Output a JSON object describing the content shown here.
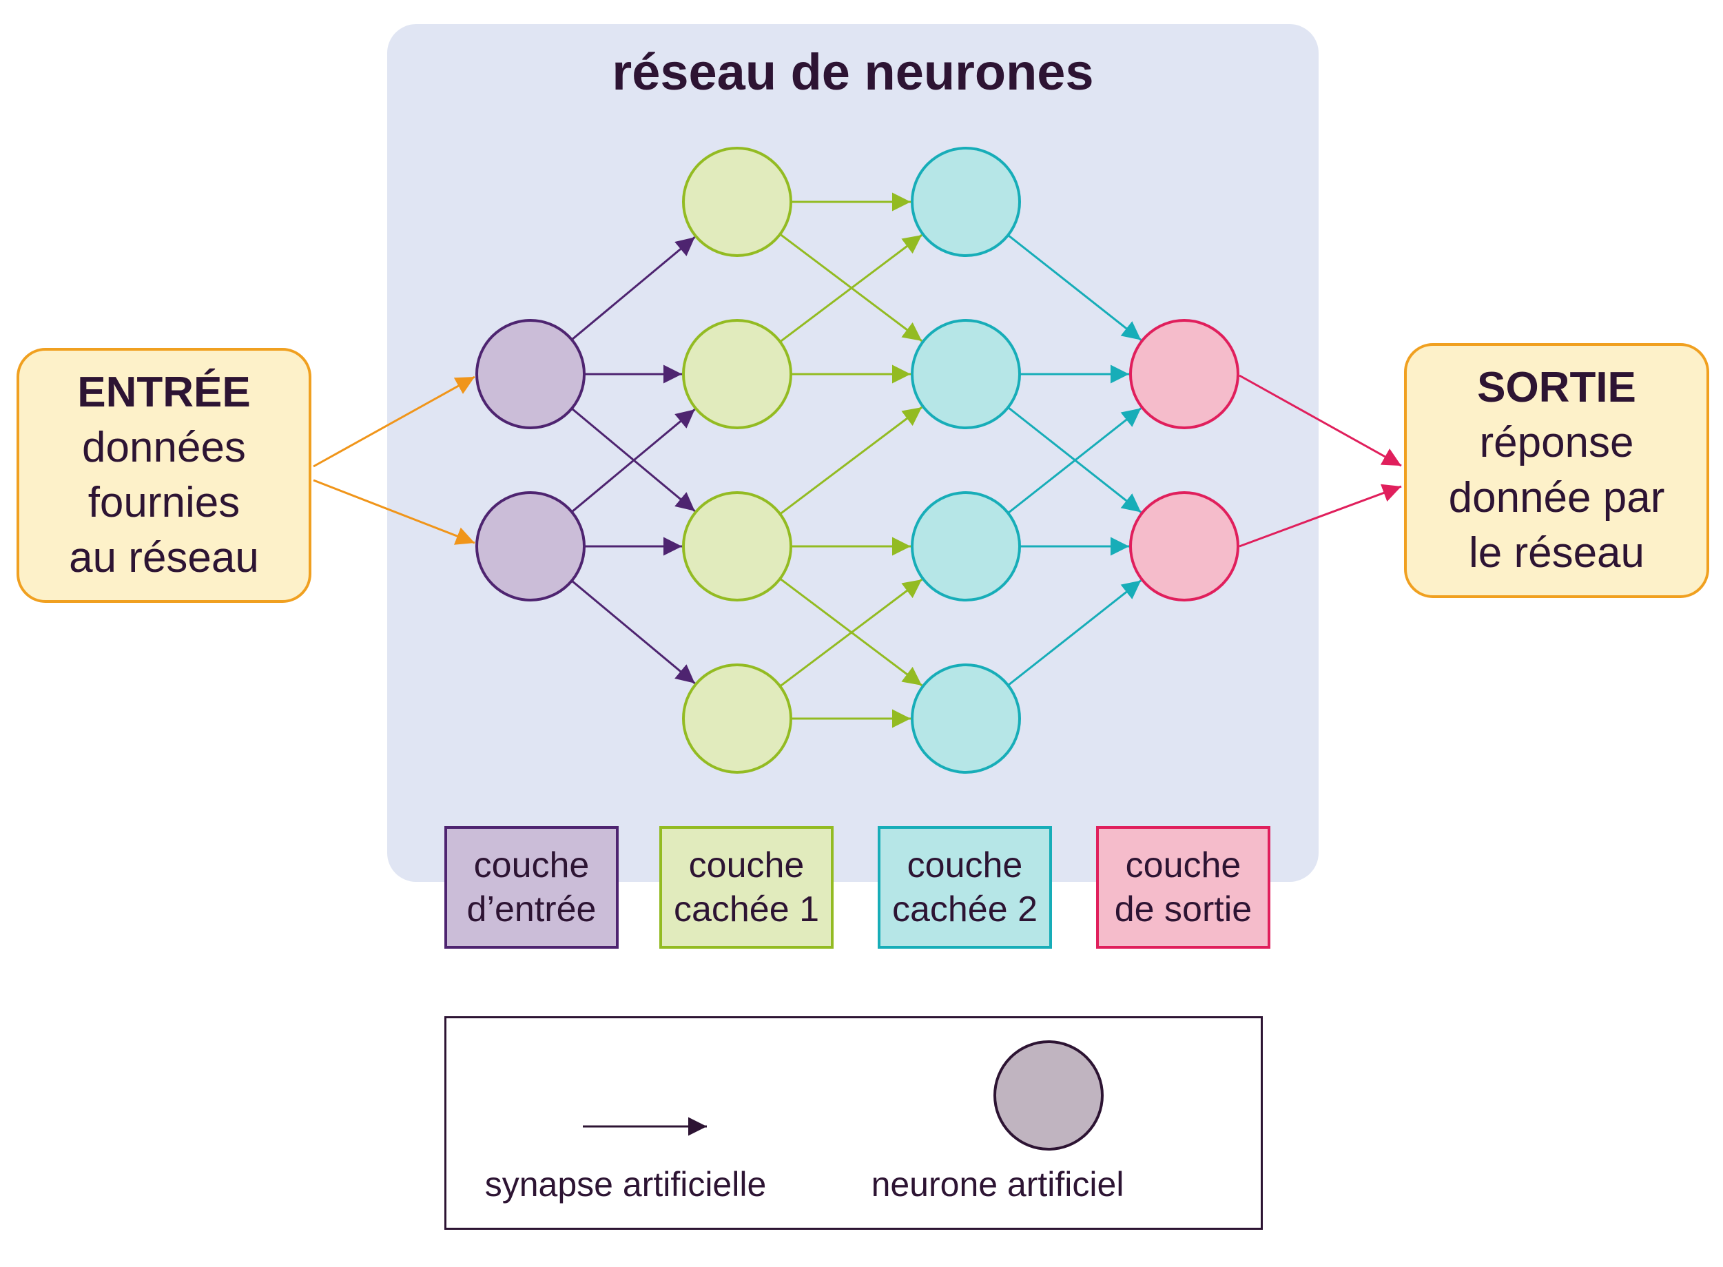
{
  "title": "réseau de neurones",
  "input_box": {
    "heading": "ENTRÉE",
    "lines": [
      "données",
      "fournies",
      "au réseau"
    ]
  },
  "output_box": {
    "heading": "SORTIE",
    "lines": [
      "réponse",
      "donnée par",
      "le réseau"
    ]
  },
  "layers": [
    {
      "line1": "couche",
      "line2": "d’entrée",
      "color": "#4e2470",
      "fill": "#cbbdd8"
    },
    {
      "line1": "couche",
      "line2": "cachée 1",
      "color": "#93bb22",
      "fill": "#e1ebbd"
    },
    {
      "line1": "couche",
      "line2": "cachée 2",
      "color": "#17adb8",
      "fill": "#b6e6e7"
    },
    {
      "line1": "couche",
      "line2": "de sortie",
      "color": "#e01f5c",
      "fill": "#f5bccb"
    }
  ],
  "legend": {
    "synapse_label": "synapse artificielle",
    "neuron_label": "neurone artificiel",
    "synapse_color": "#2d1433",
    "neuron_fill": "#c0b4c0"
  },
  "colors": {
    "input_arrow": "#f0951a",
    "panel": "#e0e5f3",
    "io_fill": "#fdf1c9"
  }
}
